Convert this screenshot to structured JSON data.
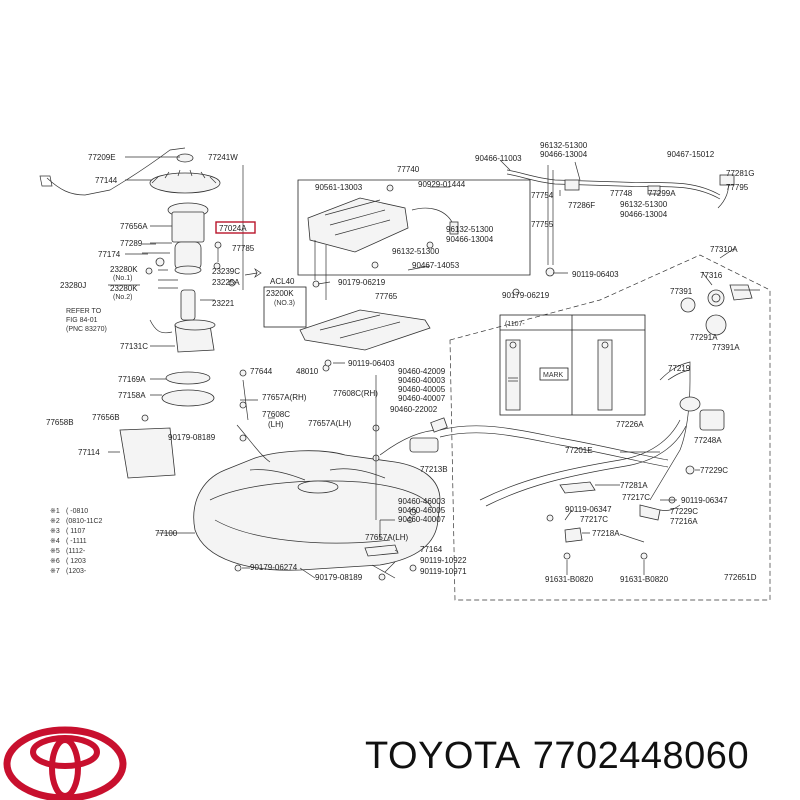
{
  "brand": {
    "name": "TOYOTA",
    "part_number": "7702448060",
    "logo_color": "#c8102e"
  },
  "diagram": {
    "labels": [
      "77209E",
      "77241W",
      "77144",
      "77656A",
      "77024A",
      "77289",
      "77785",
      "77174",
      "23280K",
      "23239C",
      "(No.1)",
      "23225A",
      "23280J",
      "23280K",
      "(No.2)",
      "ACL40",
      "23221",
      "23200K",
      "(NO.3)",
      "REFER TO",
      "FIG 84-01",
      "(PNC 83270)",
      "77131C",
      "77169A",
      "77158A",
      "77656B",
      "77658B",
      "77114",
      "77100",
      "90561-13003",
      "90929-01444",
      "77740",
      "96132-51300",
      "90466-13004",
      "96132-51300",
      "90467-14053",
      "90179-06219",
      "77765",
      "90119-06403",
      "90466-11003",
      "96132-51300",
      "90466-13004",
      "77754",
      "77286F",
      "77748",
      "90467-15012",
      "77299A",
      "96132-51300",
      "90466-13004",
      "77281G",
      "77795",
      "77755",
      "90119-06403",
      "90179-06219",
      "77310A",
      "77316",
      "77391",
      "77291A",
      "77391A",
      "77219",
      "77226A",
      "77248A",
      "77201E",
      "77229C",
      "77281A",
      "77217C",
      "90119-06347",
      "77229C",
      "77216A",
      "90119-06347",
      "77217C",
      "77218A",
      "91631-B0820",
      "91631-B0820",
      "772651D",
      "77644",
      "48010",
      "77657A(RH)",
      "77608C(RH)",
      "77608C",
      "(LH)",
      "77657A(LH)",
      "90179-08189",
      "90460-42009",
      "90460-40003",
      "90460-40005",
      "90460-40007",
      "90460-22002",
      "77213B",
      "90460-46003",
      "90460-46005",
      "90460-40007",
      "77657A(LH)",
      "77164",
      "90119-10922",
      "90119-10971",
      "90179-06274",
      "90179-08189",
      "(1107-",
      "MARK"
    ],
    "legend": [
      "※1",
      "※2",
      "※3",
      "※4",
      "※5",
      "※6",
      "※7"
    ],
    "legend_values": [
      "(   -0810",
      "(0810-11C2",
      "(   1107",
      "(   -1111",
      "(1112-",
      "(   1203",
      "(1203-"
    ]
  }
}
